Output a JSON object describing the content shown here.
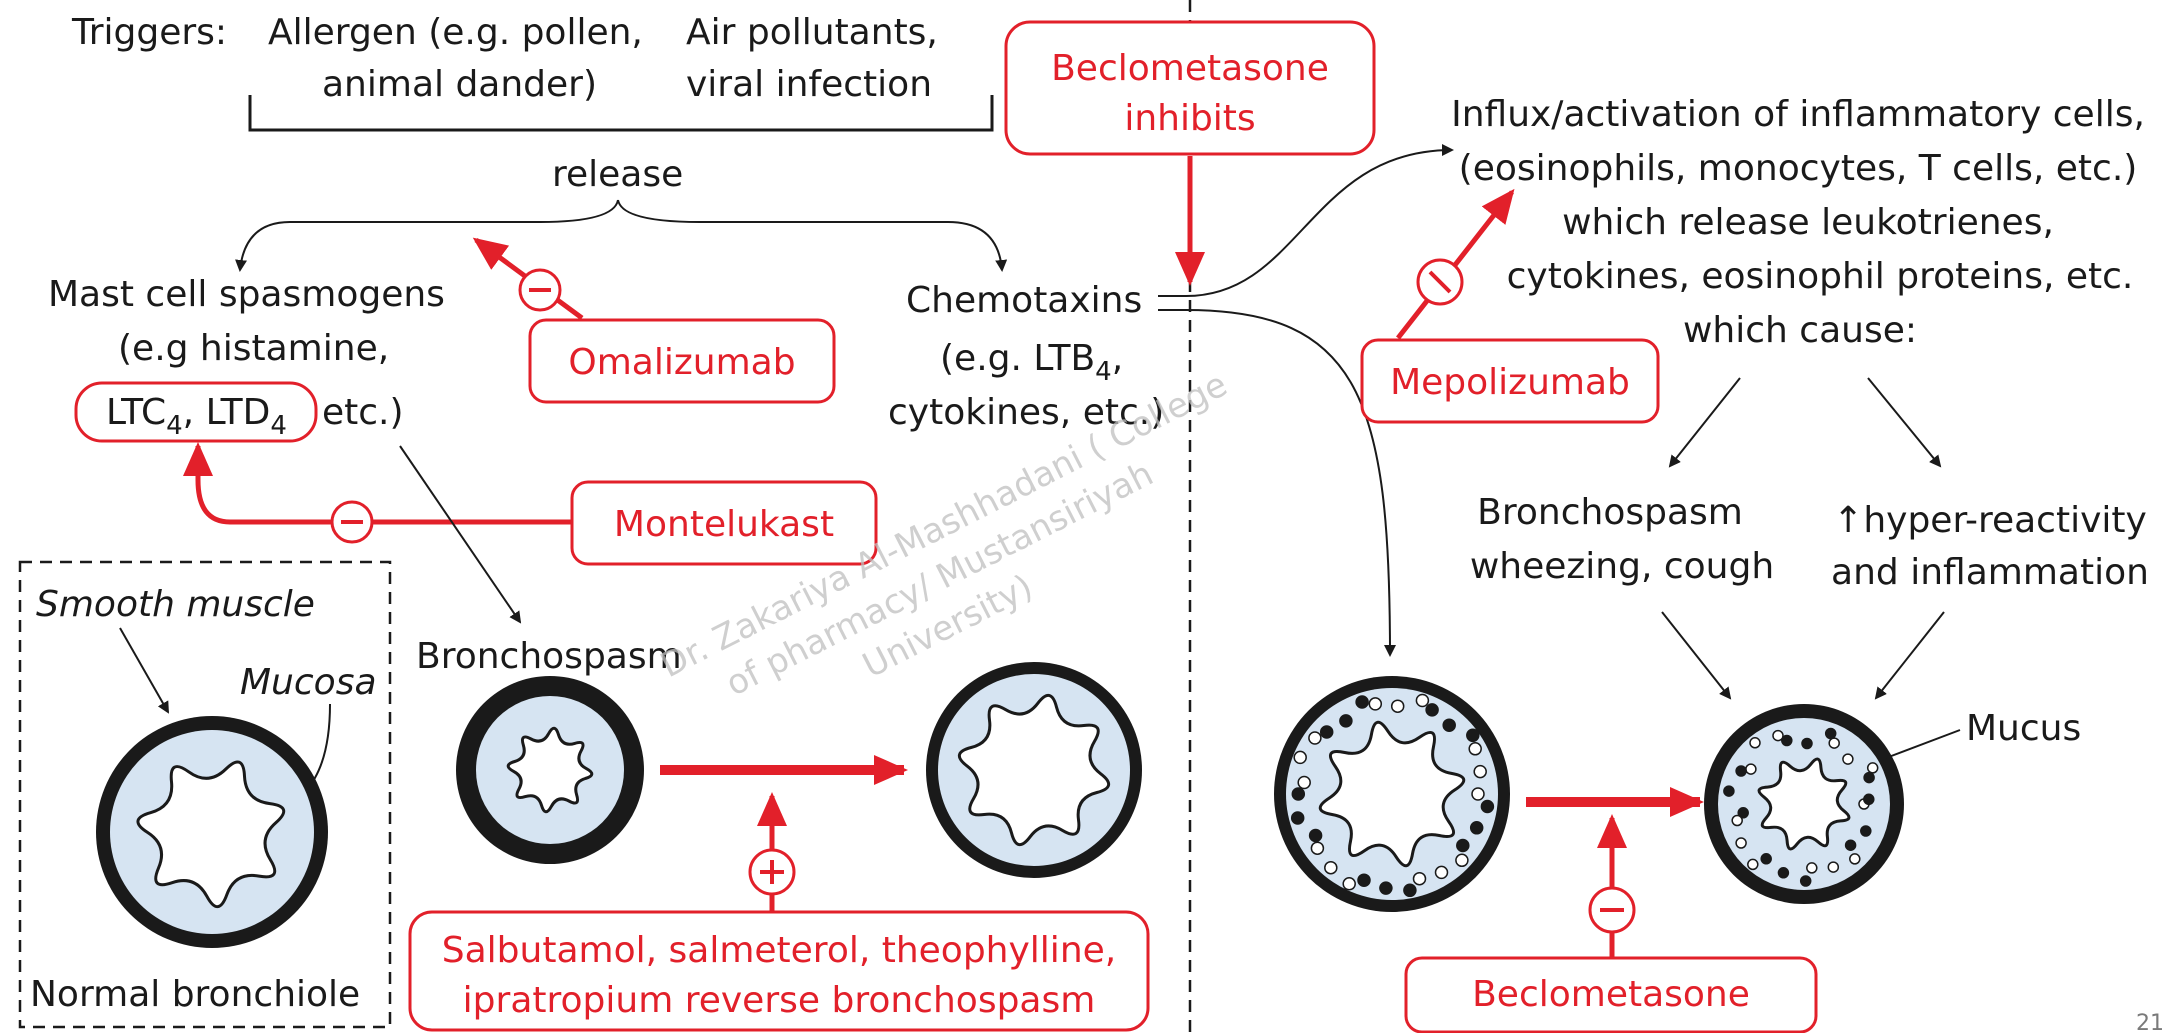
{
  "triggers": {
    "label": "Triggers:",
    "t1_line1": "Allergen (e.g. pollen,",
    "t1_line2": "animal dander)",
    "t2_line1": "Air pollutants,",
    "t2_line2": "viral infection",
    "release": "release"
  },
  "mast_cell": {
    "line1": "Mast cell spasmogens",
    "line2": "(e.g histamine,",
    "ltc": "LTC",
    "ltd": "LTD",
    "sub": "4",
    "etc": "etc.)"
  },
  "chemotaxins": {
    "line1": "Chemotaxins",
    "line2_pre": "(e.g. LTB",
    "sub": "4",
    "line2_post": ",",
    "line3": "cytokines, etc.)"
  },
  "drugs": {
    "beclometasone_inhibits_1": "Beclometasone",
    "beclometasone_inhibits_2": "inhibits",
    "omalizumab": "Omalizumab",
    "montelukast": "Montelukast",
    "mepolizumab": "Mepolizumab",
    "bronchodilators_1": "Salbutamol, salmeterol, theophylline,",
    "bronchodilators_2": "ipratropium reverse bronchospasm",
    "beclometasone": "Beclometasone"
  },
  "signs": {
    "minus": "−",
    "plus": "+"
  },
  "influx": {
    "line1": "Influx/activation of inflammatory cells,",
    "line2": "(eosinophils, monocytes, T cells, etc.)",
    "line3": "which release leukotrienes,",
    "line4": "cytokines, eosinophil proteins, etc.",
    "line5": "which cause:"
  },
  "effects": {
    "bronchospasm_1": "Bronchospasm",
    "bronchospasm_2": "wheezing, cough",
    "hyper_1": "↑hyper-reactivity",
    "hyper_2": "and inflammation"
  },
  "labels": {
    "smooth_muscle": "Smooth muscle",
    "mucosa": "Mucosa",
    "normal_bronchiole": "Normal bronchiole",
    "bronchospasm": "Bronchospasm",
    "mucus": "Mucus"
  },
  "watermark": {
    "line1": "Dr. Zakariya Al-Mashhadani ( College",
    "line2": "of pharmacy/ Mustansiriyah",
    "line3": "University)"
  },
  "slide_number": "21",
  "colors": {
    "accent": "#e2202a",
    "mucosa_fill": "#d6e4f2",
    "ink": "#1a1a1a"
  }
}
